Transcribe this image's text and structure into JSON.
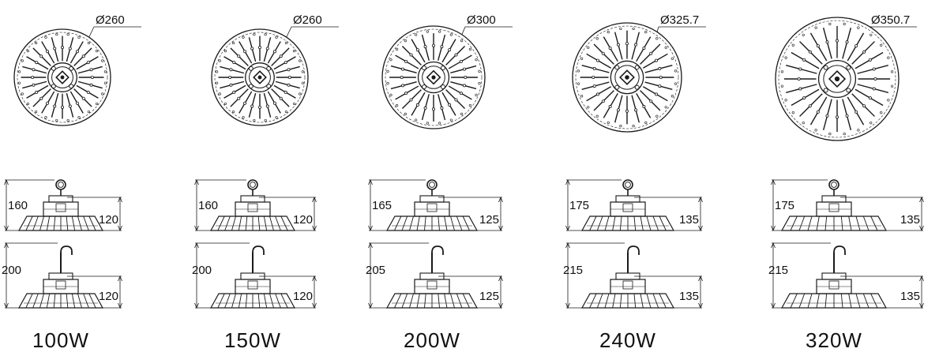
{
  "products": [
    {
      "wattage": "100W",
      "diameter": "Ø260",
      "ring_total": "160",
      "ring_body": "120",
      "hook_total": "200",
      "hook_body": "120"
    },
    {
      "wattage": "150W",
      "diameter": "Ø260",
      "ring_total": "160",
      "ring_body": "120",
      "hook_total": "200",
      "hook_body": "120"
    },
    {
      "wattage": "200W",
      "diameter": "Ø300",
      "ring_total": "165",
      "ring_body": "125",
      "hook_total": "205",
      "hook_body": "125"
    },
    {
      "wattage": "240W",
      "diameter": "Ø325.7",
      "ring_total": "175",
      "ring_body": "135",
      "hook_total": "215",
      "hook_body": "135"
    },
    {
      "wattage": "320W",
      "diameter": "Ø350.7",
      "ring_total": "175",
      "ring_body": "135",
      "hook_total": "215",
      "hook_body": "135"
    }
  ],
  "colors": {
    "line": "#1a1a1a",
    "text": "#111111",
    "background": "#ffffff"
  },
  "icons": [
    "circular-top-view",
    "ring-mount-side-view",
    "hook-mount-side-view"
  ]
}
